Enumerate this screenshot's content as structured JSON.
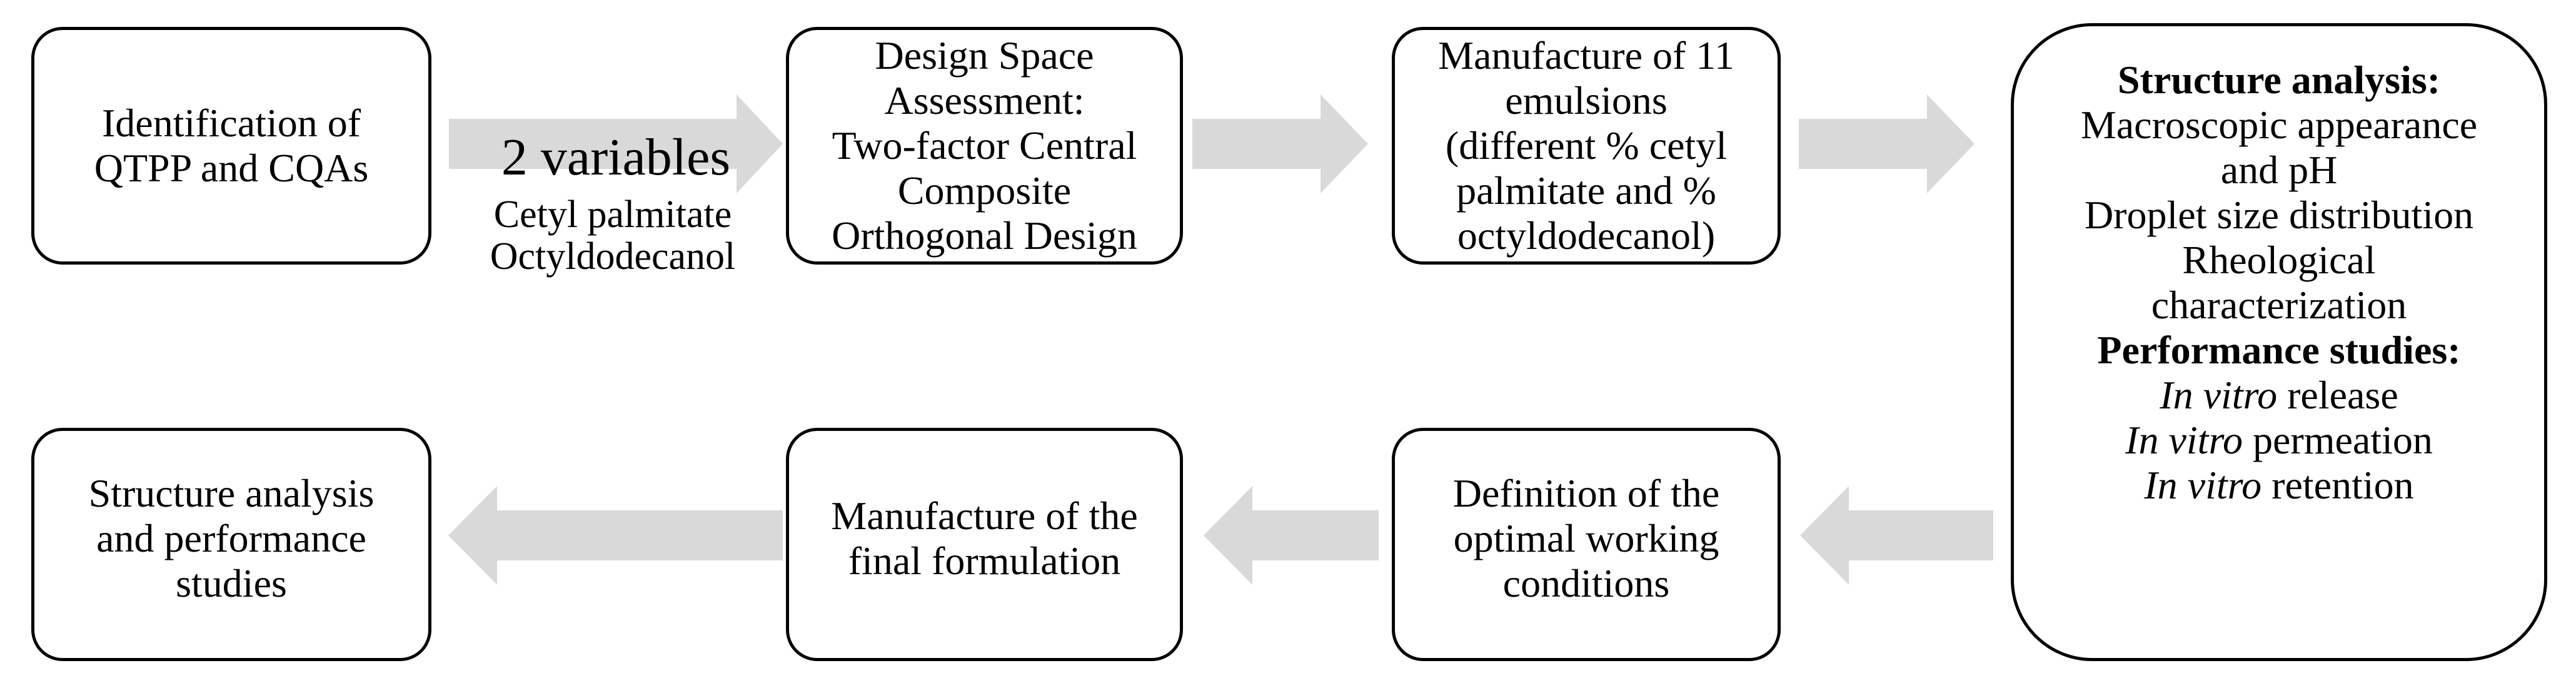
{
  "colors": {
    "background": "#ffffff",
    "ink": "#000000",
    "arrow_fill": "#d9d9d9"
  },
  "boxes": {
    "identification": {
      "lines": [
        "Identification of",
        "QTPP and CQAs"
      ]
    },
    "design_space": {
      "lines": [
        "Design Space",
        "Assessment:",
        "Two-factor Central",
        "Composite",
        "Orthogonal Design"
      ]
    },
    "manufacture_emulsions": {
      "lines": [
        "Manufacture of 11",
        "emulsions",
        "(different % cetyl",
        "palmitate and %",
        "octyldodecanol)"
      ]
    },
    "analysis_studies": {
      "lines": [
        {
          "text": "Structure analysis:",
          "bold": true
        },
        {
          "text": "Macroscopic appearance"
        },
        {
          "text": "and pH"
        },
        {
          "text": "Droplet size distribution"
        },
        {
          "text": "Rheological"
        },
        {
          "text": "characterization"
        },
        {
          "text": "Performance studies:",
          "bold": true
        },
        {
          "italic": "In vitro",
          "text": " release"
        },
        {
          "italic": "In vitro",
          "text": " permeation"
        },
        {
          "italic": "In vitro",
          "text": " retention"
        }
      ]
    },
    "structure_performance": {
      "lines": [
        "Structure analysis",
        "and performance",
        "studies"
      ]
    },
    "final_formulation": {
      "lines": [
        "Manufacture of the",
        "final formulation"
      ]
    },
    "optimal_conditions": {
      "lines": [
        "Definition of the",
        "optimal working",
        "conditions"
      ]
    }
  },
  "arrow_label": {
    "label": "2 variables",
    "sublines": [
      "Cetyl palmitate",
      "Octyldodecanol"
    ]
  },
  "arrows": [
    {
      "name": "arrow-identification-to-design-space",
      "direction": "right"
    },
    {
      "name": "arrow-design-space-to-manufacture",
      "direction": "right"
    },
    {
      "name": "arrow-manufacture-to-analysis",
      "direction": "right"
    },
    {
      "name": "arrow-analysis-to-optimal-conditions",
      "direction": "left"
    },
    {
      "name": "arrow-optimal-conditions-to-final-formulation",
      "direction": "left"
    },
    {
      "name": "arrow-final-formulation-to-structure-performance",
      "direction": "left"
    }
  ]
}
